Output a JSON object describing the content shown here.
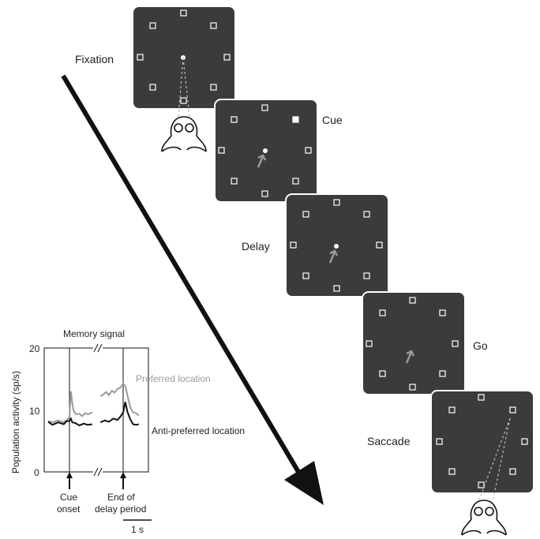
{
  "phases": {
    "fixation": "Fixation",
    "cue": "Cue",
    "delay": "Delay",
    "go": "Go",
    "saccade": "Saccade"
  },
  "plot": {
    "title": "Memory signal",
    "ylabel": "Population activity (sp/s)",
    "yticks": [
      "20",
      "10",
      "0"
    ],
    "legend_preferred": "Preferred location",
    "legend_anti": "Anti-preferred location",
    "marker_cue_line1": "Cue",
    "marker_cue_line2": "onset",
    "marker_end_line1": "End of",
    "marker_end_line2": "delay period",
    "scale_bar": "1 s"
  },
  "colors": {
    "preferred": "#9a9a9a",
    "anti": "#111111",
    "screen": "#3b3b3b"
  },
  "chart_data": {
    "type": "line",
    "title": "Memory signal",
    "xlabel": "",
    "ylabel": "Population activity (sp/s)",
    "ylim": [
      0,
      20
    ],
    "x_units": "s",
    "axis_break": "between segments",
    "series": [
      {
        "name": "Preferred location",
        "segments": [
          {
            "x": [
              -1.5,
              -1.2,
              -0.8,
              -0.4,
              -0.2,
              0.0,
              0.1,
              0.2,
              0.3,
              0.4,
              0.5,
              0.7,
              0.9,
              1.1,
              1.3,
              1.6
            ],
            "y": [
              8.2,
              8.0,
              8.3,
              8.0,
              8.4,
              8.8,
              13.0,
              11.0,
              9.8,
              9.5,
              9.3,
              9.4,
              9.0,
              9.5,
              9.3,
              9.6
            ]
          },
          {
            "x": [
              -1.6,
              -1.4,
              -1.2,
              -1.0,
              -0.8,
              -0.6,
              -0.4,
              -0.2,
              0.0,
              0.15,
              0.3,
              0.5,
              0.7,
              0.9,
              1.1
            ],
            "y": [
              12.2,
              12.5,
              12.9,
              12.4,
              13.1,
              12.8,
              13.4,
              13.6,
              14.2,
              13.9,
              12.4,
              10.4,
              9.6,
              9.5,
              9.1
            ]
          }
        ]
      },
      {
        "name": "Anti-preferred location",
        "segments": [
          {
            "x": [
              -1.5,
              -1.2,
              -0.8,
              -0.4,
              -0.2,
              0.0,
              0.1,
              0.2,
              0.4,
              0.7,
              1.0,
              1.3,
              1.6
            ],
            "y": [
              8.1,
              7.6,
              8.0,
              7.7,
              8.2,
              8.2,
              8.6,
              8.0,
              7.9,
              7.5,
              7.8,
              7.6,
              7.7
            ]
          },
          {
            "x": [
              -1.6,
              -1.3,
              -1.0,
              -0.7,
              -0.4,
              -0.2,
              0.0,
              0.15,
              0.3,
              0.5,
              0.7,
              0.9,
              1.1
            ],
            "y": [
              8.0,
              8.3,
              8.1,
              8.6,
              8.4,
              8.9,
              9.6,
              11.3,
              9.7,
              8.5,
              7.7,
              7.6,
              7.7
            ]
          }
        ]
      }
    ],
    "events": [
      "Cue onset",
      "End of delay period"
    ]
  }
}
